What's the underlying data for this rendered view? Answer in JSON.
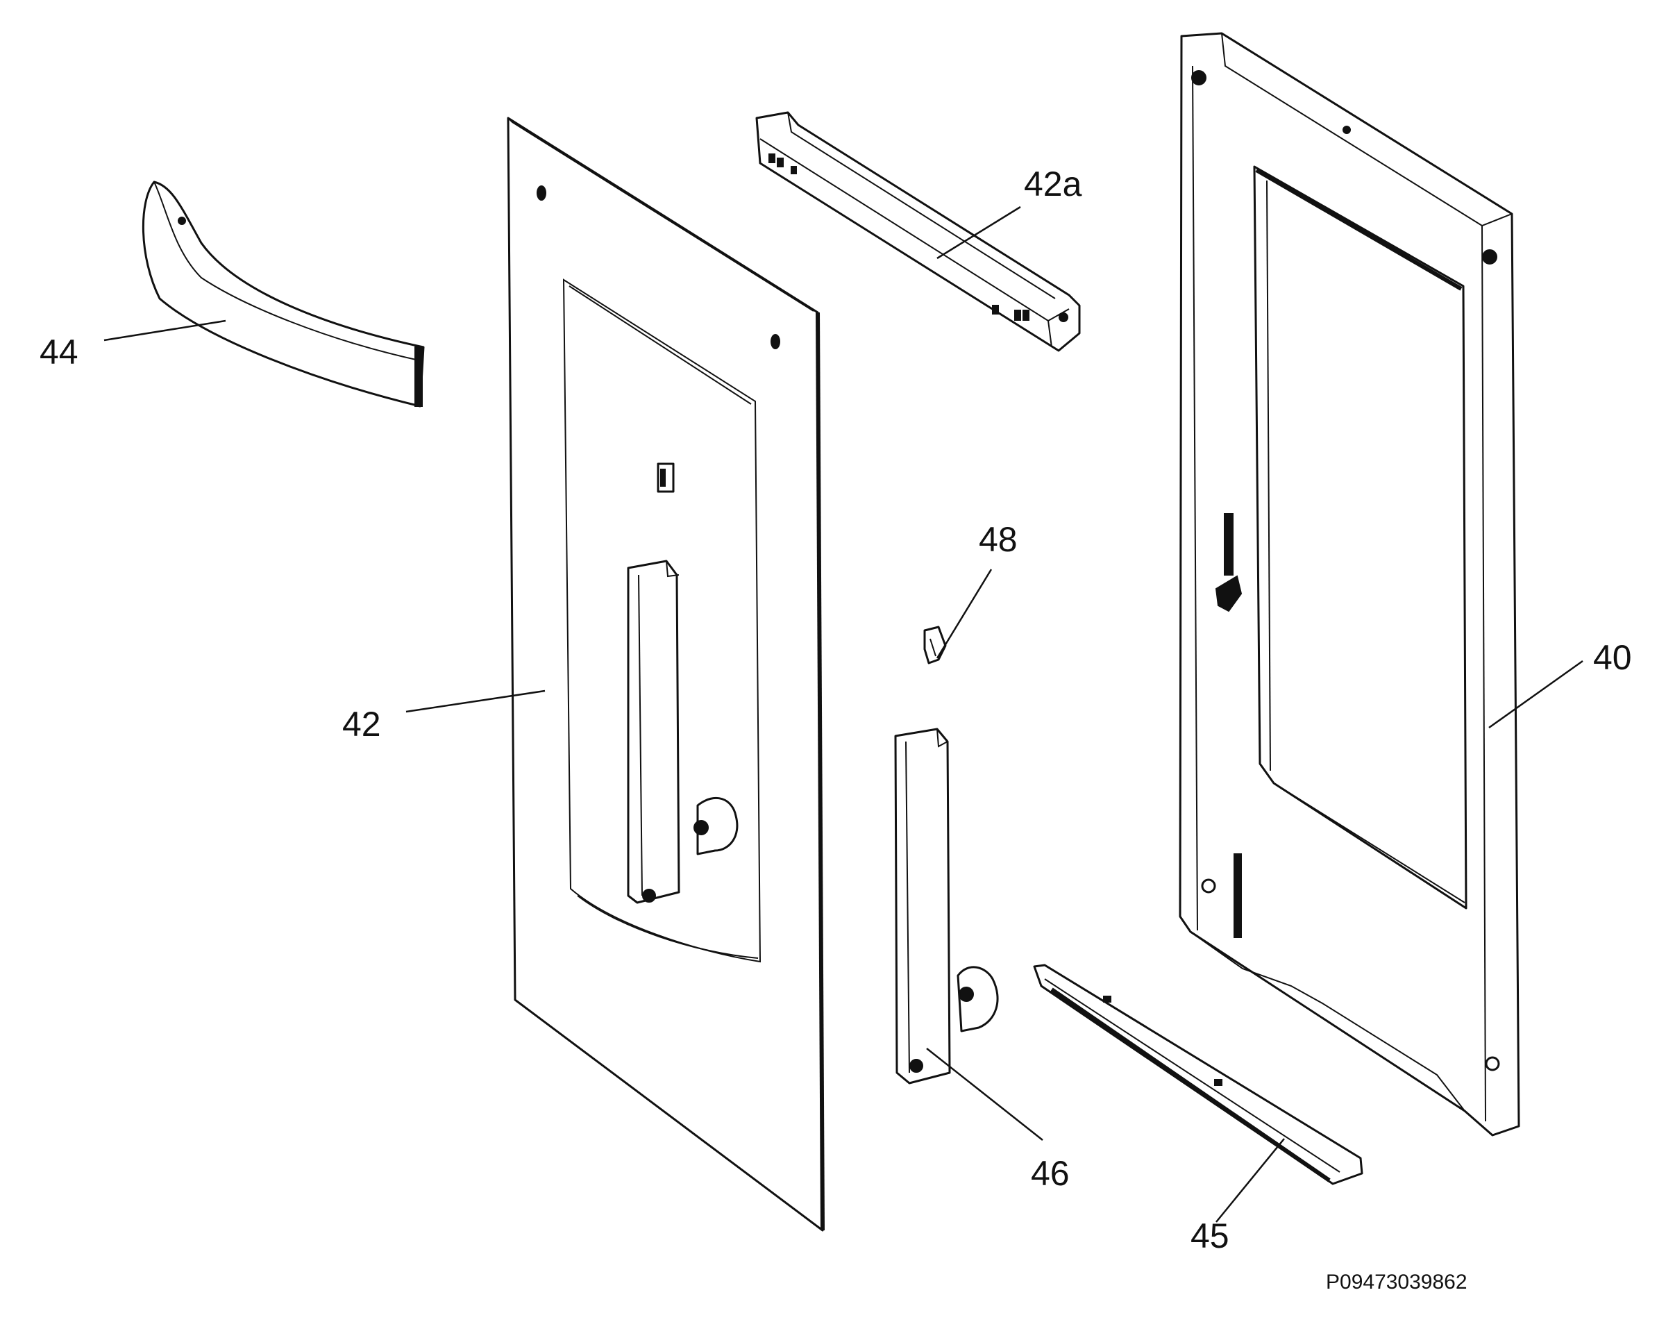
{
  "diagram": {
    "callouts": {
      "p44": "44",
      "p42a": "42a",
      "p42": "42",
      "p48": "48",
      "p40": "40",
      "p46": "46",
      "p45": "45"
    },
    "drawing_code": "P09473039862"
  }
}
